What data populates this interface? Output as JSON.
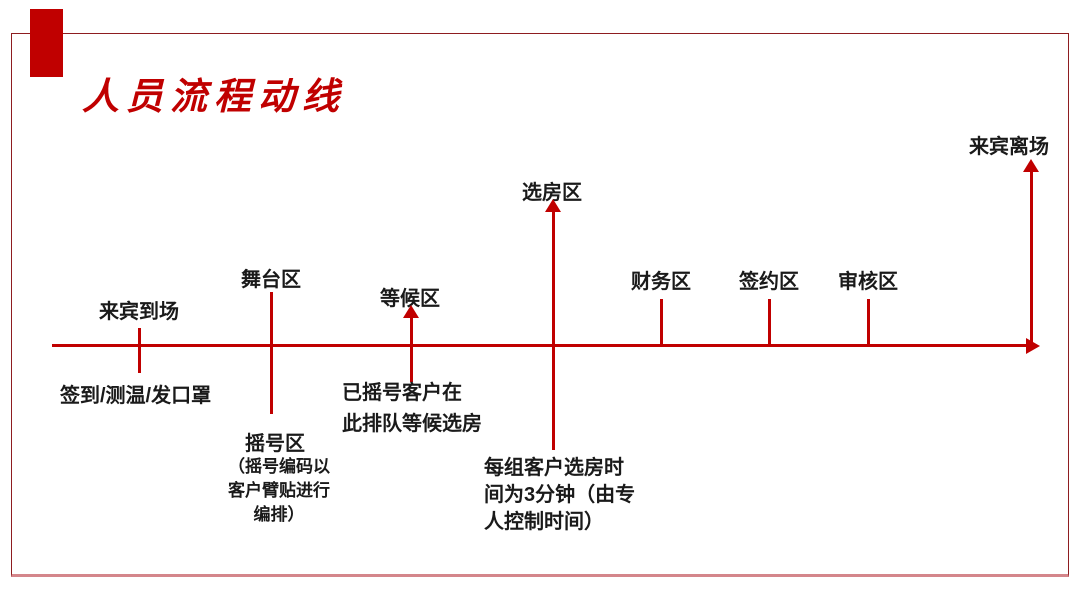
{
  "slide": {
    "title": "人员流程动线"
  },
  "palette": {
    "accent_red": "#C00000",
    "frame_dark": "#8E1D20",
    "frame_light": "#D4868B",
    "text_black": "#1A1A1A"
  },
  "stations": {
    "arrival": {
      "label": "来宾到场",
      "note": "签到/测温/发口罩"
    },
    "stage": {
      "label": "舞台区"
    },
    "rollcall": {
      "label": "摇号区",
      "note_lines": [
        "（摇号编码以",
        "客户臂贴进行",
        "编排）"
      ]
    },
    "waiting": {
      "label": "等候区",
      "note_lines": [
        "已摇号客户在",
        "此排队等候选房"
      ]
    },
    "selection": {
      "label": "选房区",
      "note_lines": [
        "每组客户选房时",
        "间为3分钟（由专",
        "人控制时间）"
      ]
    },
    "finance": {
      "label": "财务区"
    },
    "signing": {
      "label": "签约区"
    },
    "audit": {
      "label": "审核区"
    },
    "departure": {
      "label": "来宾离场"
    }
  }
}
